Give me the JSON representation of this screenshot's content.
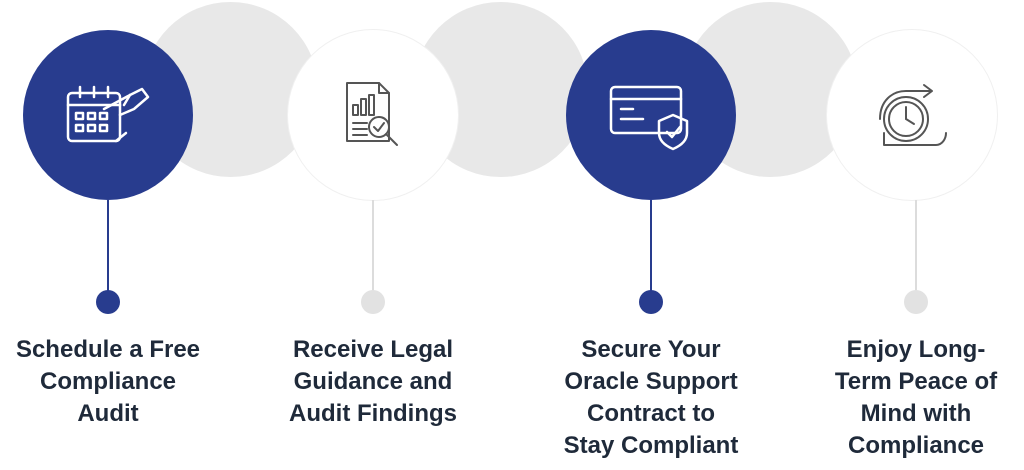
{
  "steps": [
    {
      "icon": "calendar-hand-icon",
      "label_lines": [
        "Schedule a Free",
        "Compliance",
        "Audit"
      ]
    },
    {
      "icon": "document-chart-search-icon",
      "label_lines": [
        "Receive Legal",
        "Guidance and",
        "Audit Findings"
      ]
    },
    {
      "icon": "card-shield-icon",
      "label_lines": [
        "Secure Your",
        "Oracle Support",
        "Contract to",
        "Stay Compliant"
      ]
    },
    {
      "icon": "clock-cycle-icon",
      "label_lines": [
        "Enjoy Long-",
        "Term Peace of",
        "Mind with",
        "Compliance"
      ]
    }
  ],
  "colors": {
    "primary": "#283c8e",
    "background_circle": "#e8e8e8",
    "light_line": "#dcdcdc",
    "light_dot": "#e2e2e2",
    "text": "#1f2a3a"
  }
}
